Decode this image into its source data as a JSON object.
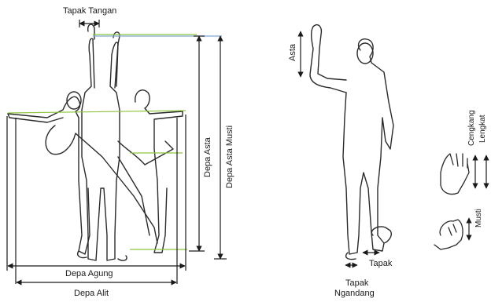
{
  "labels": {
    "tapak_tangan": "Tapak Tangan",
    "depa_asta": "Depa Asta",
    "depa_asta_musti": "Depa Asta Musti",
    "depa_agung": "Depa Agung",
    "depa_alit": "Depa Alit",
    "asta": "Asta",
    "tapak": "Tapak",
    "tapak_ngandang_1": "Tapak",
    "tapak_ngandang_2": "Ngandang",
    "cengkang": "Cengkang",
    "lengkat": "Lengkat",
    "musti": "Musti"
  },
  "colors": {
    "ink": "#1a1a1a",
    "line": "#2a2a2a",
    "accent_green": "#8ec63f",
    "accent_blue": "#7fa6d6"
  }
}
